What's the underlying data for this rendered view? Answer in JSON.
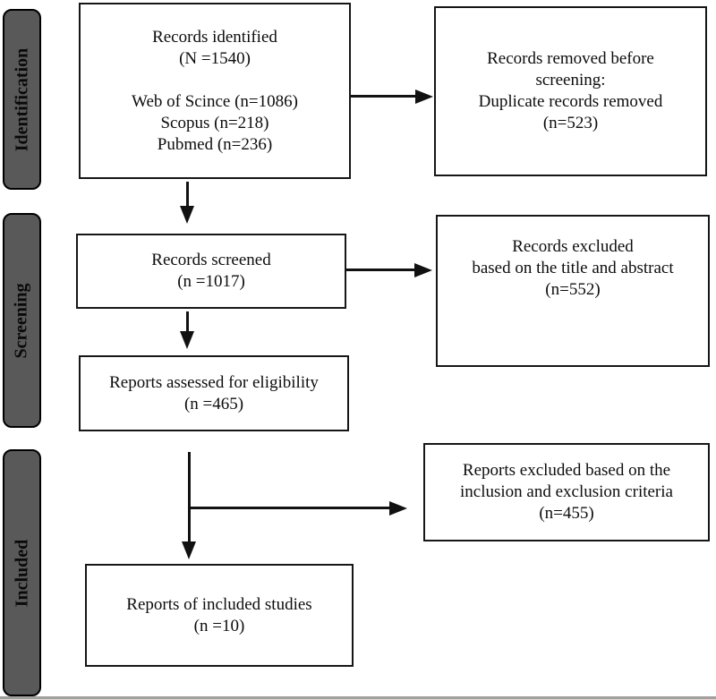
{
  "figure": {
    "type": "prisma-flow-diagram",
    "background_color": "#ffffff",
    "line_color": "#111111",
    "sidebar_fill_color": "#595959",
    "sidebar_border_color": "#000000",
    "box_border_color": "#161616",
    "text_color": "#0d0d0d"
  },
  "sidebar": {
    "items": [
      {
        "label": "Identification"
      },
      {
        "label": "Screening"
      },
      {
        "label": "Included"
      }
    ]
  },
  "boxes": {
    "records_identified": {
      "lines": [
        "Records identified",
        "(N =1540)",
        "",
        "Web of Scince (n=1086)",
        "Scopus (n=218)",
        "Pubmed (n=236)"
      ]
    },
    "records_removed": {
      "lines": [
        "Records removed before",
        "screening:",
        "Duplicate records removed",
        "(n=523)"
      ]
    },
    "records_screened": {
      "lines": [
        "Records screened",
        "(n =1017)"
      ]
    },
    "records_excluded": {
      "lines": [
        "Records excluded",
        "based on the title and abstract",
        "(n=552)"
      ]
    },
    "reports_assessed": {
      "lines": [
        "Reports assessed for eligibility",
        "(n =465)"
      ]
    },
    "reports_excluded": {
      "lines": [
        "Reports excluded based on the",
        "inclusion and exclusion criteria",
        "(n=455)"
      ]
    },
    "reports_included": {
      "lines": [
        "Reports of included studies",
        "(n =10)"
      ]
    }
  }
}
